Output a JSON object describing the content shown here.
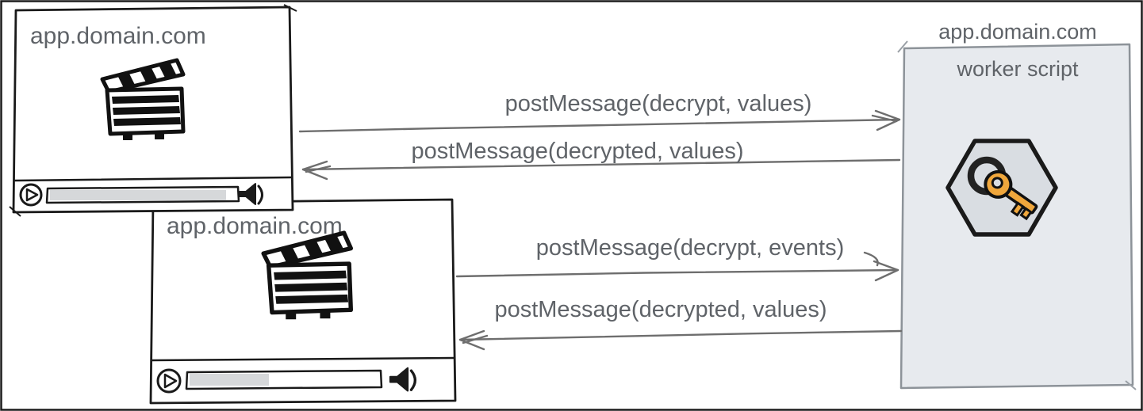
{
  "colors": {
    "key": "#f0a73c",
    "panel": "#e7eaee",
    "hexagon": "#d9dde2",
    "progress": "#d6d8da",
    "ink": "#1a1a1a",
    "arrow_line": "#6e6e6e",
    "text_gray": "#5f6368"
  },
  "windows": [
    {
      "title": "app.domain.com",
      "icon": "clapperboard-icon",
      "controls": {
        "play": "play-icon",
        "volume": "speaker-icon",
        "progress_fraction": 0.93
      }
    },
    {
      "title": "app.domain.com",
      "icon": "clapperboard-icon",
      "controls": {
        "play": "play-icon",
        "volume": "speaker-icon",
        "progress_fraction": 0.42
      }
    }
  ],
  "worker": {
    "domain": "app.domain.com",
    "title": "worker script",
    "icon": "key-icon"
  },
  "arrows": [
    {
      "label": "postMessage(decrypt, values)",
      "from": "window-1",
      "to": "worker",
      "direction": "right"
    },
    {
      "label": "postMessage(decrypted, values)",
      "from": "worker",
      "to": "window-1",
      "direction": "left"
    },
    {
      "label": "postMessage(decrypt, events)",
      "from": "window-2",
      "to": "worker",
      "direction": "right"
    },
    {
      "label": "postMessage(decrypted, values)",
      "from": "worker",
      "to": "window-2",
      "direction": "left"
    }
  ]
}
